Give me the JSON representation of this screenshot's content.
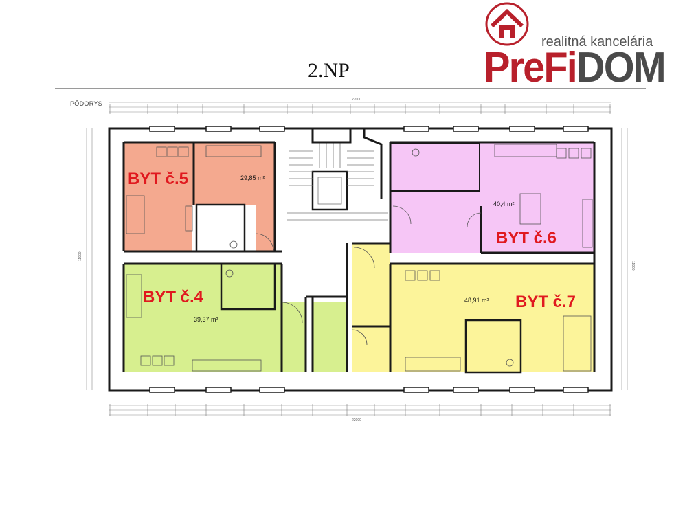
{
  "floor_title": "2.NP",
  "section_label": "PÔDORYS",
  "logo": {
    "tagline": "realitná kancelária",
    "brand_part1": "PreFi",
    "brand_part2": "DOM",
    "icon": "house-circle-icon"
  },
  "apartments": [
    {
      "label": "BYT č.5",
      "area": "29,85 m²",
      "color": "#f4a98f"
    },
    {
      "label": "BYT č.6",
      "area": "40,4 m²",
      "color": "#f6c6f6"
    },
    {
      "label": "BYT č.4",
      "area": "39,37 m²",
      "color": "#d7ef8f"
    },
    {
      "label": "BYT č.7",
      "area": "48,91 m²",
      "color": "#fcf49a"
    }
  ],
  "dimensions": {
    "total_top": "22000",
    "total_bottom": "22000",
    "height_left": "11900",
    "height_right": "11900"
  }
}
